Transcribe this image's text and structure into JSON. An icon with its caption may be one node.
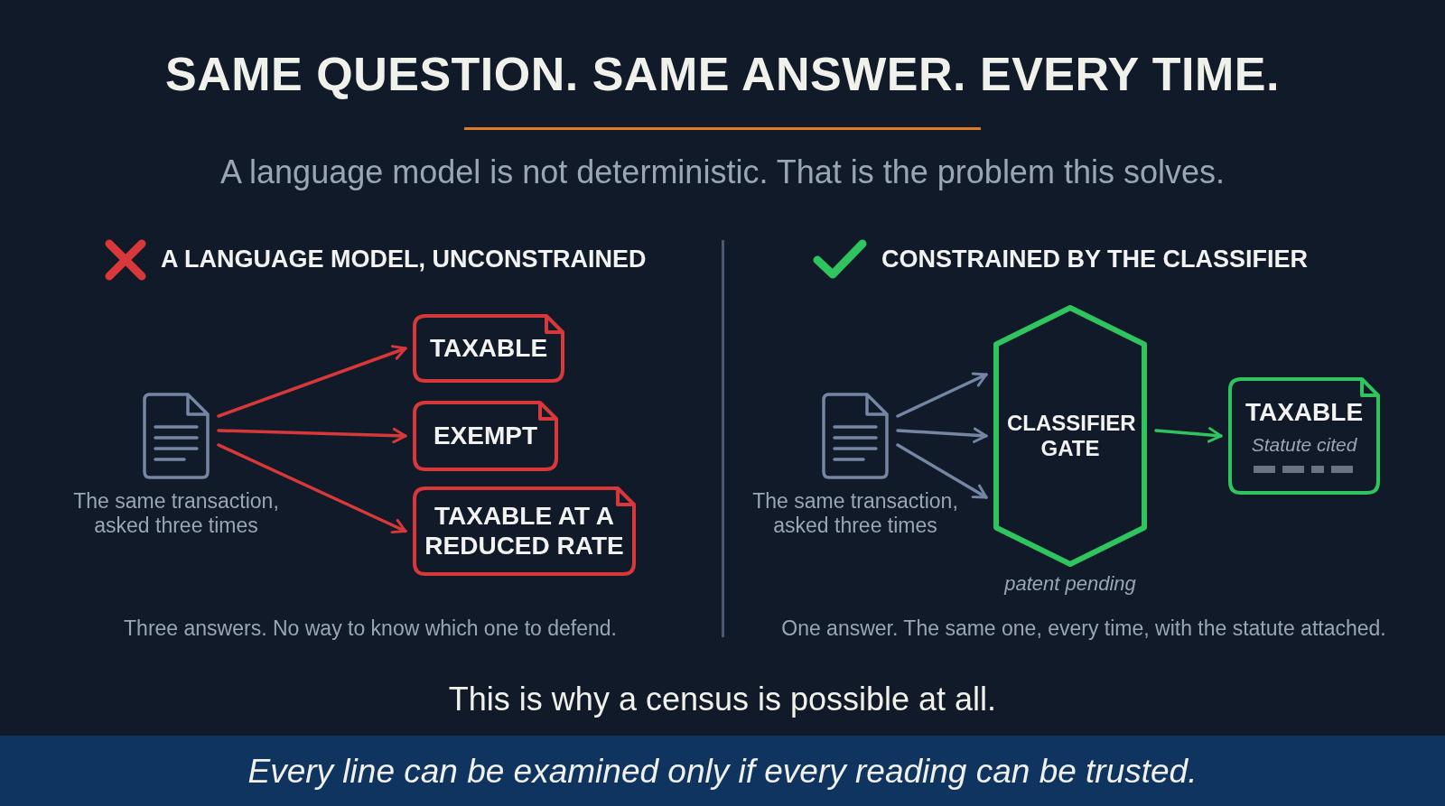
{
  "diagram": {
    "title": "SAME QUESTION. SAME ANSWER. EVERY TIME.",
    "nodes": [
      {
        "text": [],
        "shape": "document",
        "beside": [
          "The same transaction, asked three times"
        ]
      },
      {
        "text": [
          "TAXABLE"
        ]
      },
      {
        "text": [
          "EXEMPT"
        ]
      },
      {
        "text": [
          "TAXABLE AT A REDUCED RATE"
        ]
      },
      {
        "text": [],
        "shape": "document",
        "beside": [
          "The same transaction, asked three times"
        ]
      },
      {
        "text": [
          "CLASSIFIER GATE"
        ],
        "beside": [
          "patent pending"
        ]
      },
      {
        "text": [
          "TAXABLE",
          "Statute cited"
        ]
      }
    ],
    "edges": [
      {
        "from": 0,
        "to": 1,
        "arrow": "to",
        "color": "#d9383a"
      },
      {
        "from": 0,
        "to": 2,
        "arrow": "to",
        "color": "#d9383a"
      },
      {
        "from": 0,
        "to": 3,
        "arrow": "to",
        "color": "#d9383a"
      },
      {
        "from": 4,
        "to": 5,
        "arrow": "to",
        "color": "#7486a3"
      },
      {
        "from": 4,
        "to": 5,
        "arrow": "to",
        "color": "#7486a3"
      },
      {
        "from": 4,
        "to": 5,
        "arrow": "to",
        "color": "#7486a3"
      },
      {
        "from": 5,
        "to": 6,
        "arrow": "to",
        "color": "#2fc45e"
      }
    ],
    "labels": [
      "A language model is not deterministic. That is the problem this solves.",
      "A LANGUAGE MODEL, UNCONSTRAINED",
      "CONSTRAINED BY THE CLASSIFIER",
      "Three answers. No way to know which one to defend.",
      "One answer. The same one, every time, with the statute attached.",
      "This is why a census is possible at all.",
      "Every line can be examined only if every reading can be trusted."
    ]
  }
}
